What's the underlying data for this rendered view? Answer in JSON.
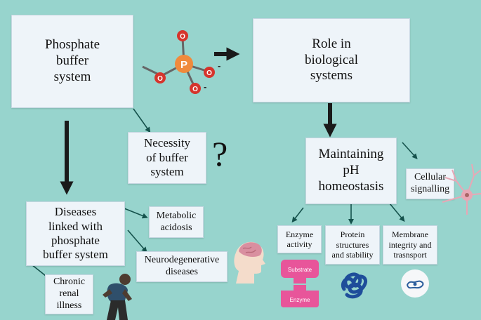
{
  "nodes": {
    "phosphate_buffer": "Phosphate\nbuffer\nsystem",
    "role": "Role in\nbiological\nsystems",
    "necessity": "Necessity\nof buffer\nsystem",
    "maintaining_ph": "Maintaining\npH\nhomeostasis",
    "cellular_signalling": "Cellular\nsignalling",
    "diseases": "Diseases\nlinked with\nphosphate\nbuffer system",
    "metabolic_acidosis": "Metabolic\nacidosis",
    "neurodegenerative": "Neurodegenerative\ndiseases",
    "chronic_renal": "Chronic\nrenal\nillness",
    "enzyme_activity": "Enzyme\nactivity",
    "protein_structures": "Protein\nstructures\nand stability",
    "membrane_integrity": "Membrane\nintegrity and\ntrasnsport"
  },
  "question_mark": "?",
  "phosphate_molecule": {
    "center_atom": "P",
    "oxygen_atom": "O",
    "charge_symbol": "-",
    "center_color": "#f08a3c",
    "oxygen_color": "#d6342c"
  },
  "enzyme_illustration": {
    "substrate": "Substrate",
    "enzyme": "Enzyme",
    "color": "#e8559a"
  },
  "colors": {
    "background": "#97d4cd",
    "box_fill": "#eef4f9",
    "arrow_dark": "#1a1a1a",
    "arrow_teal": "#15524c"
  }
}
